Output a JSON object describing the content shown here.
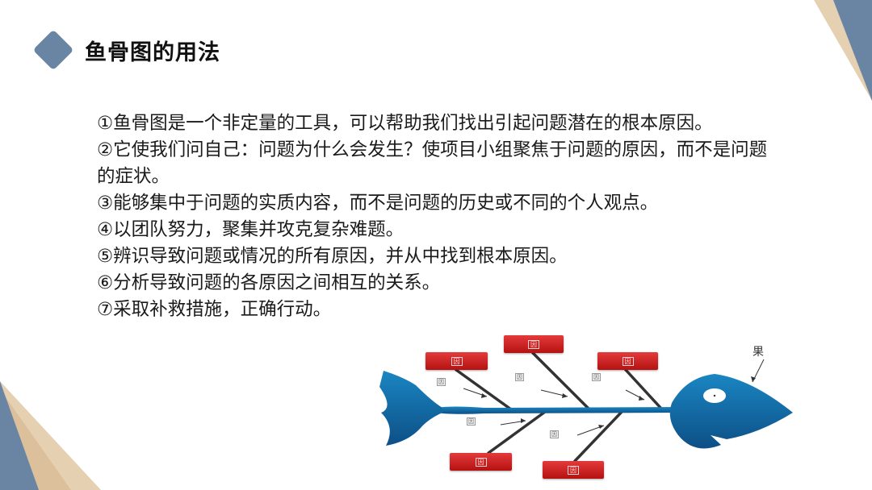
{
  "slide": {
    "title": "鱼骨图的用法",
    "accent_color": "#6a84a3",
    "decor_colors": [
      "#6a84a3",
      "#dcbf9b",
      "#e9d3b6"
    ],
    "points": [
      "①鱼骨图是一个非定量的工具，可以帮助我们找出引起问题潜在的根本原因。",
      "②它使我们问自己：问题为什么会发生？使项目小组聚焦于问题的原因，而不是问题的症状。",
      "③能够集中于问题的实质内容，而不是问题的历史或不同的个人观点。",
      "④以团队努力，聚集并攻克复杂难题。",
      "⑤辨识导致问题或情况的所有原因，并从中找到根本原因。",
      "⑥分析导致问题的各原因之间相互的关系。",
      "⑦采取补救措施，正确行动。"
    ]
  },
  "diagram": {
    "effect_label": "果",
    "cause_box_label": "因",
    "sub_cause_label": "因",
    "fish_color": "#1570a8",
    "box_color": "#d42323",
    "top_causes": [
      "因",
      "因",
      "因"
    ],
    "bottom_causes": [
      "因",
      "因"
    ],
    "sub_causes": [
      "因",
      "因",
      "因",
      "因",
      "因"
    ]
  }
}
